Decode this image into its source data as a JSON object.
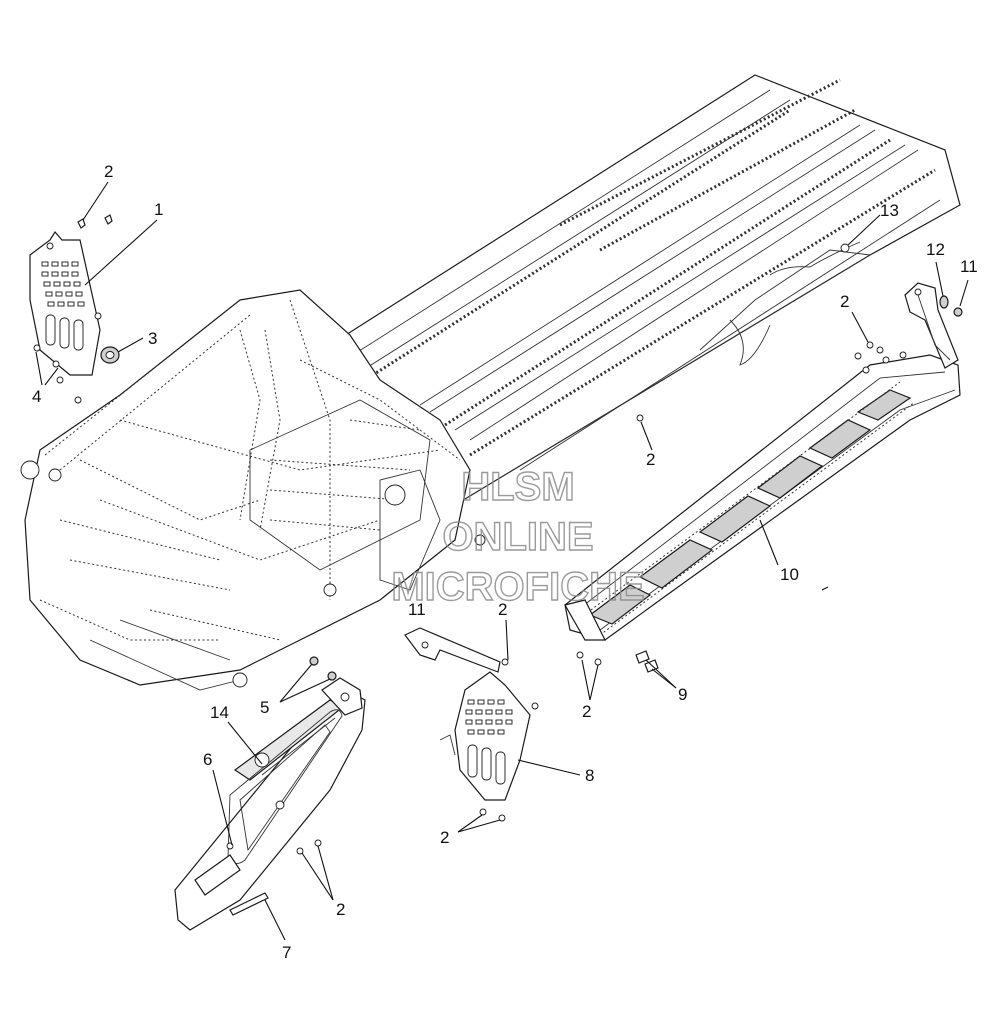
{
  "watermark": {
    "line1": "HLSM",
    "line2": "ONLINE",
    "line3": "MICROFICHE"
  },
  "callouts": [
    {
      "id": "c-2a",
      "text": "2"
    },
    {
      "id": "c-1",
      "text": "1"
    },
    {
      "id": "c-3",
      "text": "3"
    },
    {
      "id": "c-4",
      "text": "4"
    },
    {
      "id": "c-13",
      "text": "13"
    },
    {
      "id": "c-12",
      "text": "12"
    },
    {
      "id": "c-11a",
      "text": "11"
    },
    {
      "id": "c-2b",
      "text": "2"
    },
    {
      "id": "c-2c",
      "text": "2"
    },
    {
      "id": "c-10",
      "text": "10"
    },
    {
      "id": "c-11b",
      "text": "11"
    },
    {
      "id": "c-2d",
      "text": "2"
    },
    {
      "id": "c-2e",
      "text": "2"
    },
    {
      "id": "c-9",
      "text": "9"
    },
    {
      "id": "c-5",
      "text": "5"
    },
    {
      "id": "c-14",
      "text": "14"
    },
    {
      "id": "c-6",
      "text": "6"
    },
    {
      "id": "c-8",
      "text": "8"
    },
    {
      "id": "c-2f",
      "text": "2"
    },
    {
      "id": "c-2g",
      "text": "2"
    },
    {
      "id": "c-7",
      "text": "7"
    }
  ]
}
